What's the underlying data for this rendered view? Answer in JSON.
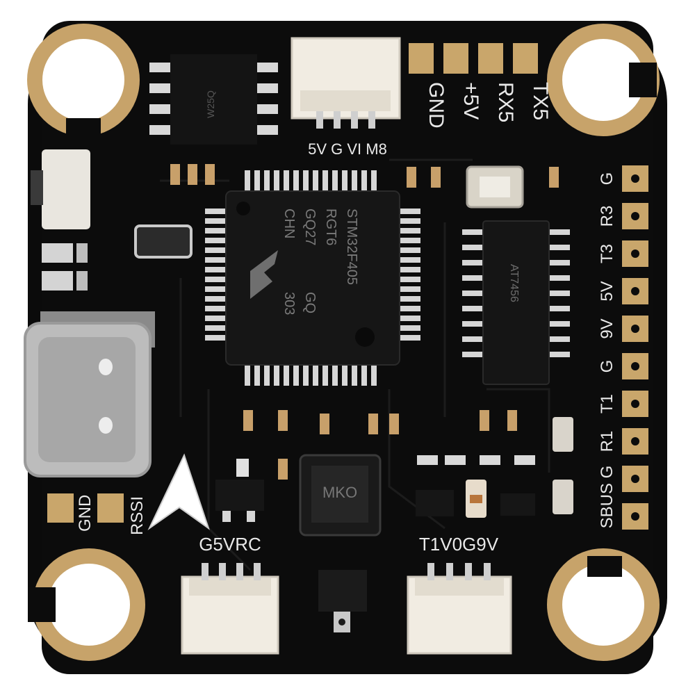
{
  "board": {
    "colors": {
      "pcb": "#0c0c0c",
      "pad": "#c9a66b",
      "ring": "#c7a36a",
      "silk": "#e9e9e9",
      "connector": "#f1ece2",
      "usb": "#b9b9b9"
    },
    "labels": {
      "top_connector": "5V G VI M8",
      "gnd": "GND",
      "plus5v": "+5V",
      "rx5": "RX5",
      "tx5": "TX5",
      "bottom_left_connector": "G5VRC",
      "bottom_right_connector": "T1V0G9V",
      "left_gnd": "GND",
      "left_rssi": "RSSI"
    },
    "right_pads": [
      "G",
      "R3",
      "T3",
      "5V",
      "9V",
      "G",
      "T1",
      "R1",
      "SBUS G"
    ],
    "mcu_marking": [
      "STM32F405",
      "RGT6",
      "GQ27",
      "CHN",
      "GQ",
      "303"
    ],
    "imu_marking": "MKO",
    "flash_marking": "W25Q",
    "osd_marking": "AT7456"
  }
}
